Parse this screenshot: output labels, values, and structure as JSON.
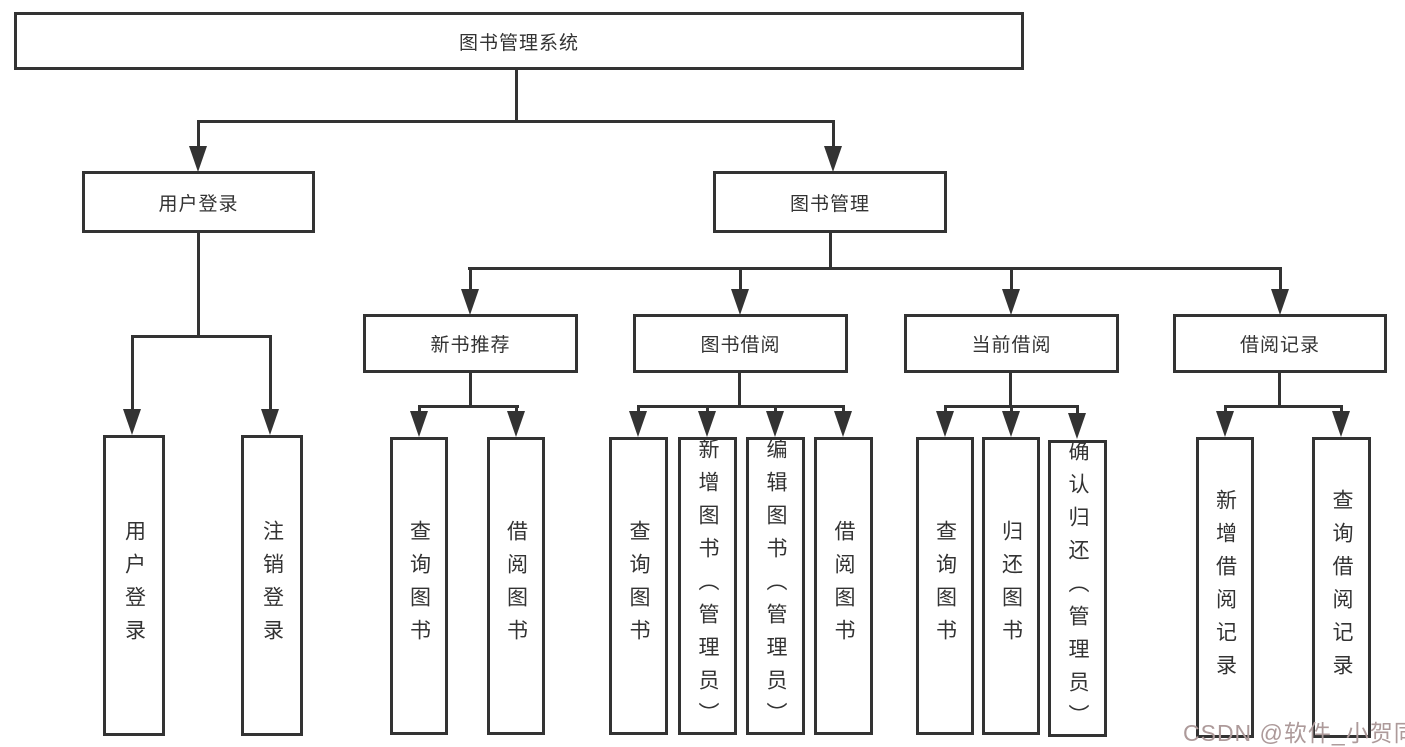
{
  "nodes": {
    "root": "图书管理系统",
    "user_login": "用户登录",
    "book_mgmt": "图书管理",
    "new_book": "新书推荐",
    "book_borrow": "图书借阅",
    "current_borrow": "当前借阅",
    "borrow_record": "借阅记录"
  },
  "leaves": {
    "user_login": [
      "用户登录",
      "注销登录"
    ],
    "new_book": [
      "查询图书",
      "借阅图书"
    ],
    "book_borrow": [
      "查询图书",
      "新增图书（管理员）",
      "编辑图书（管理员）",
      "借阅图书"
    ],
    "current_borrow": [
      "查询图书",
      "归还图书",
      "确认归还（管理员）"
    ],
    "borrow_record": [
      "新增借阅记录",
      "查询借阅记录"
    ]
  },
  "watermark": {
    "text": "CSDN @软件_小贺同学",
    "color": "#ad9a9a"
  },
  "colors": {
    "line": "#333333",
    "box_border": "#333333",
    "text": "#333333",
    "background": "#ffffff"
  }
}
